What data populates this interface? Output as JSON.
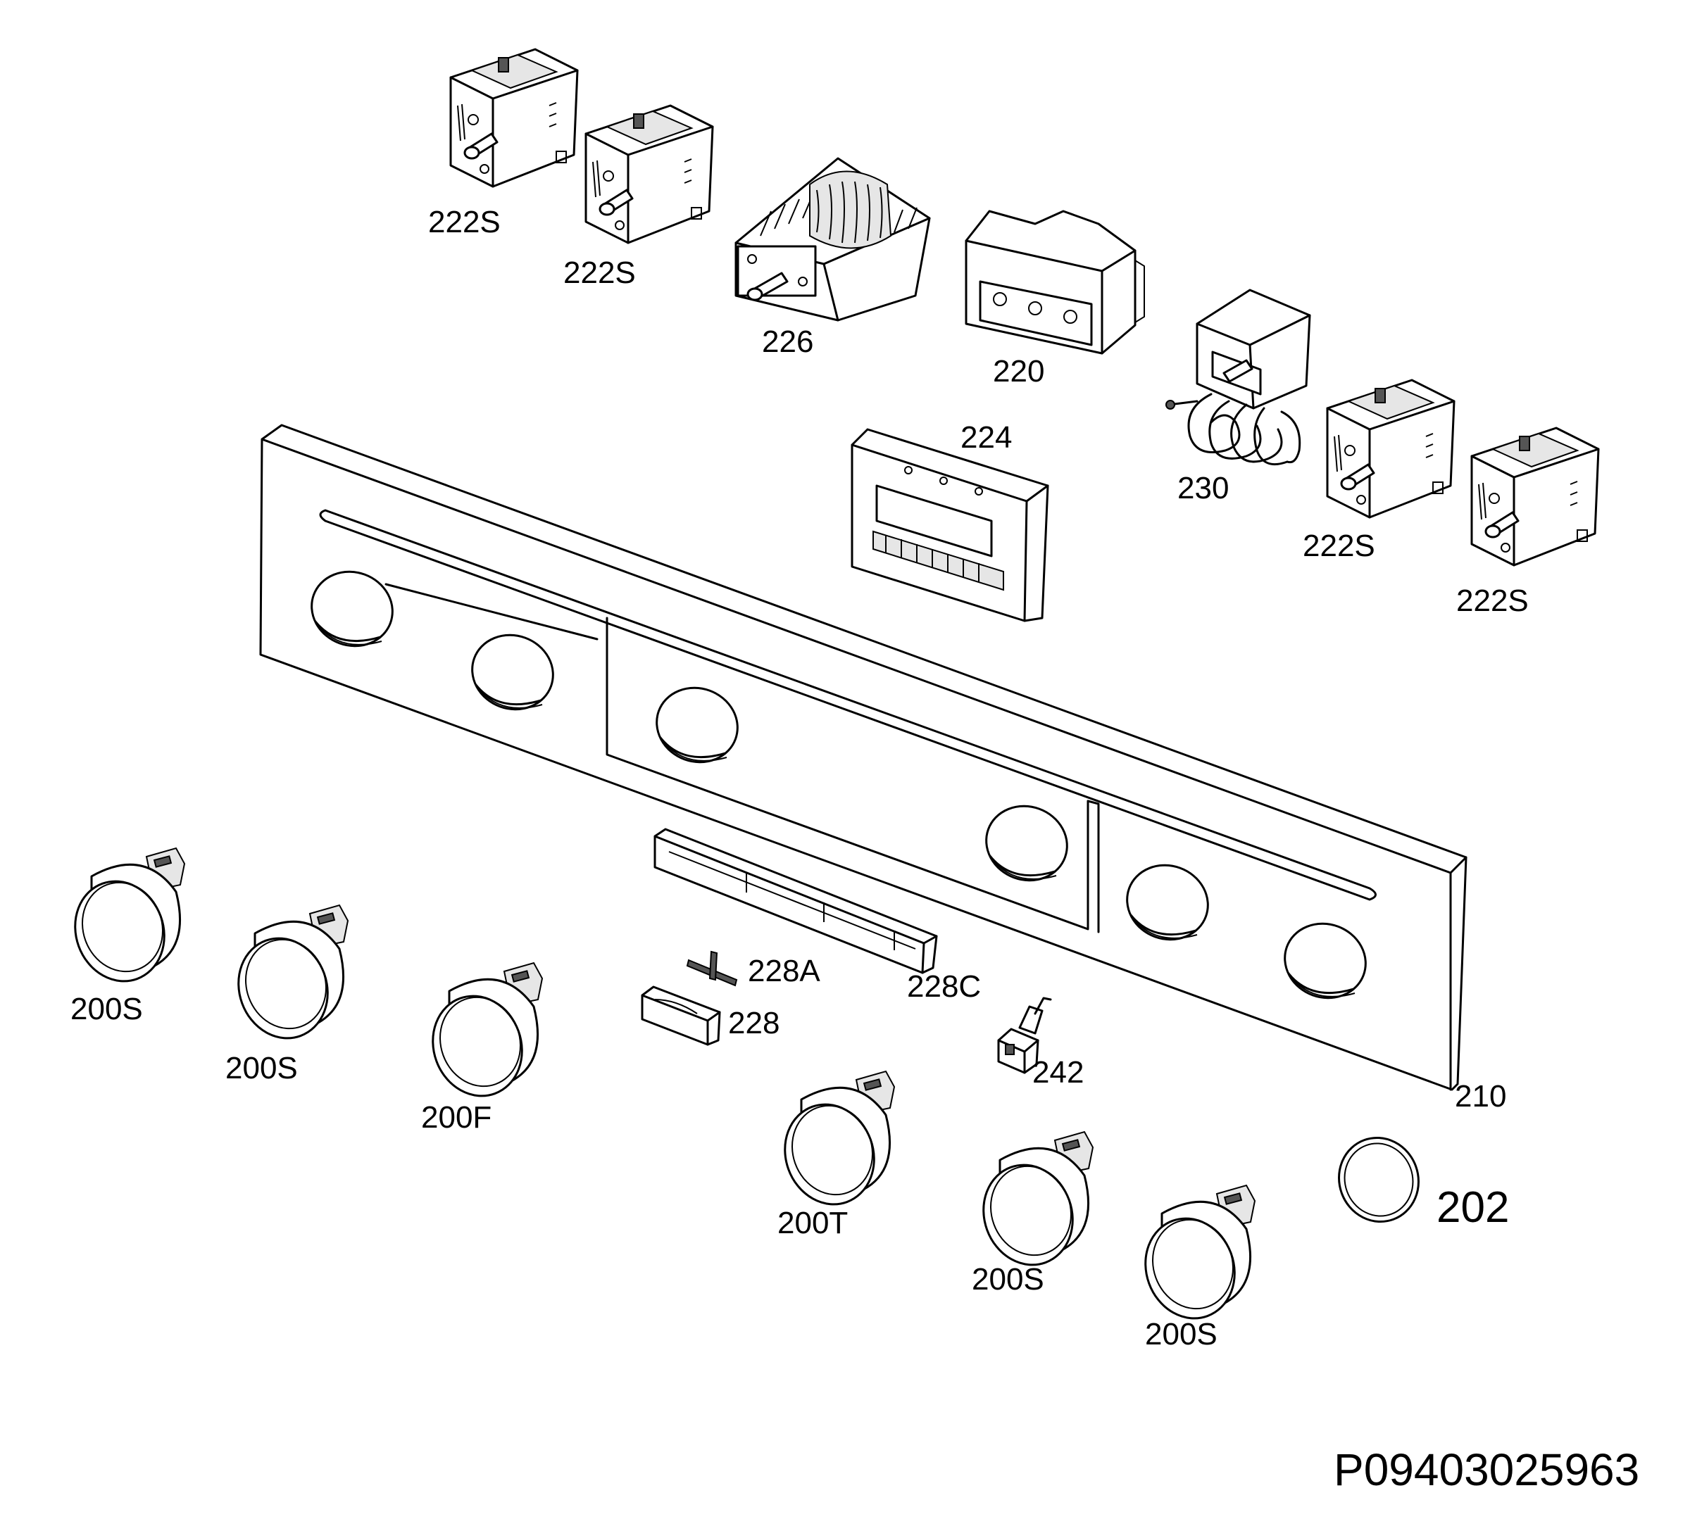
{
  "diagram": {
    "drawing_id": "P09403025963",
    "parts": [
      {
        "id": "knob-200s-1",
        "label": "200S"
      },
      {
        "id": "knob-200s-2",
        "label": "200S"
      },
      {
        "id": "knob-200f",
        "label": "200F"
      },
      {
        "id": "knob-200t",
        "label": "200T"
      },
      {
        "id": "knob-200s-3",
        "label": "200S"
      },
      {
        "id": "knob-200s-4",
        "label": "200S"
      },
      {
        "id": "ring-202",
        "label": "202"
      },
      {
        "id": "panel-210",
        "label": "210"
      },
      {
        "id": "housing-220",
        "label": "220"
      },
      {
        "id": "regulator-222s-1",
        "label": "222S"
      },
      {
        "id": "regulator-222s-2",
        "label": "222S"
      },
      {
        "id": "regulator-222s-3",
        "label": "222S"
      },
      {
        "id": "regulator-222s-4",
        "label": "222S"
      },
      {
        "id": "display-224",
        "label": "224"
      },
      {
        "id": "selector-switch-226",
        "label": "226"
      },
      {
        "id": "button-228",
        "label": "228"
      },
      {
        "id": "pin-228a",
        "label": "228A"
      },
      {
        "id": "button-bar-228c",
        "label": "228C"
      },
      {
        "id": "thermostat-230",
        "label": "230"
      },
      {
        "id": "lamp-242",
        "label": "242"
      }
    ]
  }
}
